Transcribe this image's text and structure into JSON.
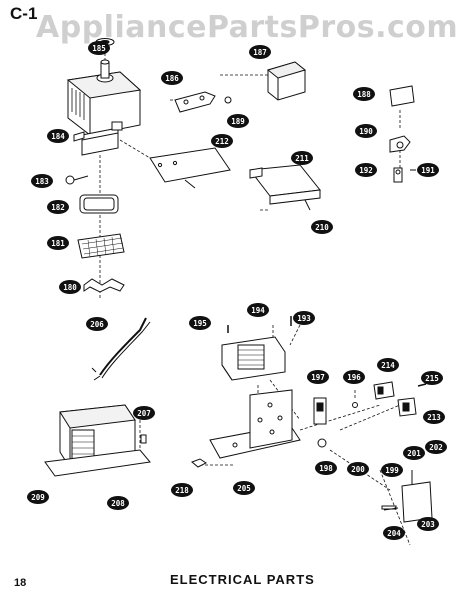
{
  "header": {
    "section": "C-1",
    "watermark": "AppliancePartsPros.com"
  },
  "footer": {
    "page_number": "18",
    "caption": "ELECTRICAL PARTS"
  },
  "callouts": {
    "c185": "185",
    "c187": "187",
    "c186": "186",
    "c189": "189",
    "c184": "184",
    "c212": "212",
    "c211": "211",
    "c183": "183",
    "c182": "182",
    "c181": "181",
    "c180": "180",
    "c210": "210",
    "c188": "188",
    "c190": "190",
    "c192": "192",
    "c191": "191",
    "c206": "206",
    "c195": "195",
    "c194": "194",
    "c193": "193",
    "c214": "214",
    "c197": "197",
    "c196": "196",
    "c215": "215",
    "c213": "213",
    "c207": "207",
    "c198": "198",
    "c200": "200",
    "c199": "199",
    "c201": "201",
    "c202": "202",
    "c204": "204",
    "c203": "203",
    "c218": "218",
    "c205": "205",
    "c209": "209",
    "c208": "208"
  }
}
